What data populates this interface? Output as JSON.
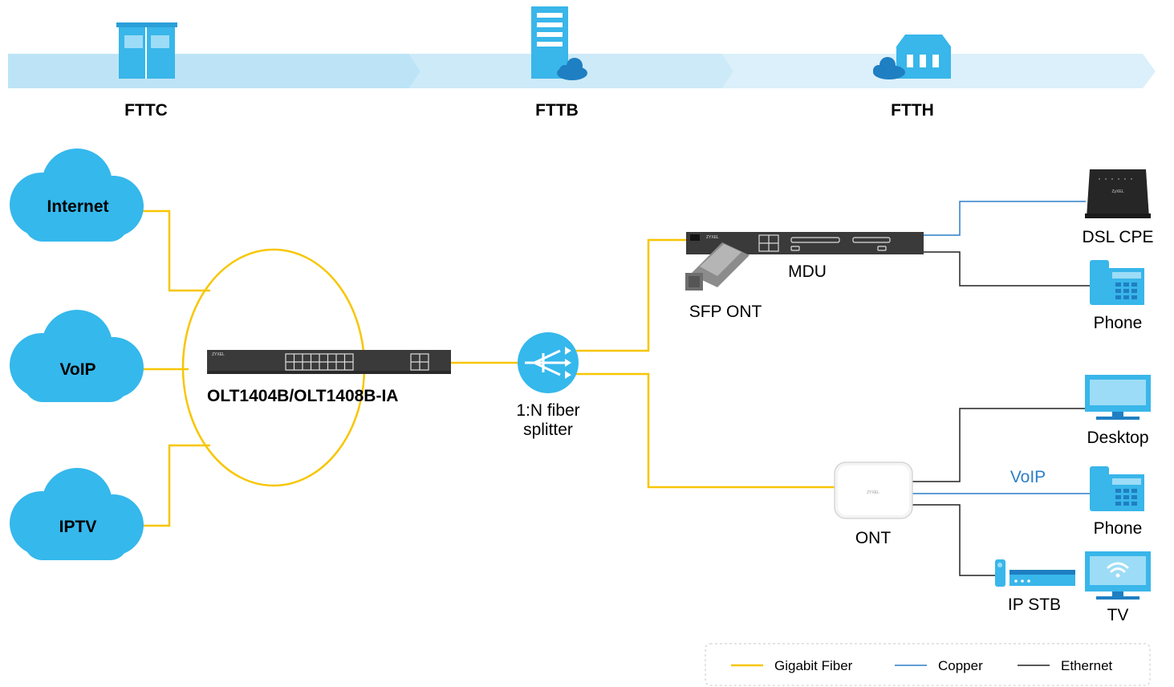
{
  "colors": {
    "fiber": "#f7c600",
    "copper": "#2c7fc8",
    "ethernet": "#222222",
    "cloud": "#35b8ec",
    "band": "#bfe6f7",
    "device_dark": "#3a3a3a",
    "icon_blue": "#39b6ea"
  },
  "stages": [
    "FTTC",
    "FTTB",
    "FTTH"
  ],
  "clouds": {
    "internet": "Internet",
    "voip": "VoIP",
    "iptv": "IPTV"
  },
  "olt": {
    "label": "OLT1404B/OLT1408B-IA",
    "brand": "ZYXEL"
  },
  "splitter": {
    "line1": "1:N fiber",
    "line2": "splitter"
  },
  "mdu": {
    "label": "MDU",
    "brand": "ZYXEL"
  },
  "sfp_ont": {
    "label": "SFP ONT"
  },
  "ont": {
    "label": "ONT",
    "brand": "ZYXEL"
  },
  "endpoints": {
    "dsl_cpe": "DSL CPE",
    "phone_top": "Phone",
    "desktop": "Desktop",
    "voip_link": "VoIP",
    "phone_bottom": "Phone",
    "ip_stb": "IP STB",
    "tv": "TV"
  },
  "cpe_brand": "ZyXEL",
  "legend": {
    "fiber": "Gigabit Fiber",
    "copper": "Copper",
    "ethernet": "Ethernet"
  }
}
